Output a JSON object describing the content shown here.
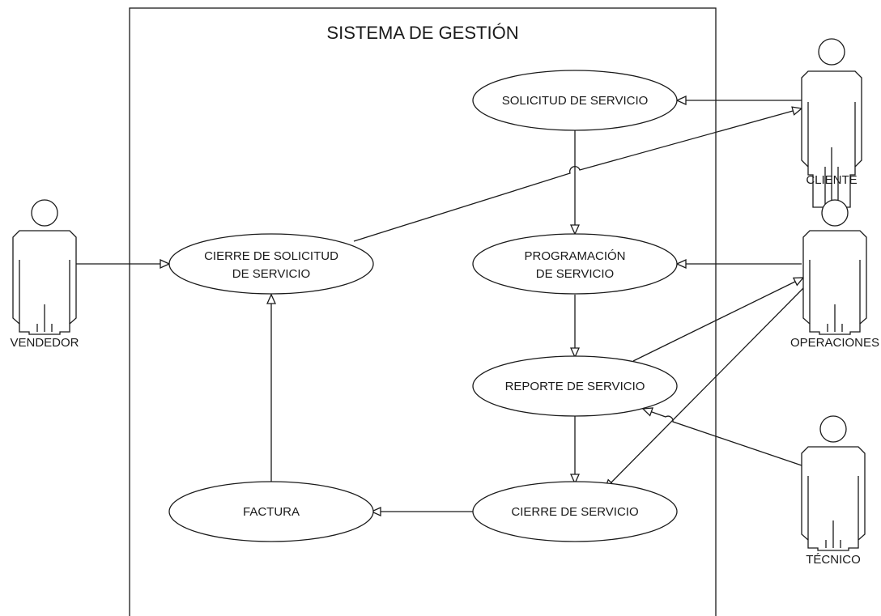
{
  "system": {
    "title": "SISTEMA DE GESTIÓN"
  },
  "use_cases": {
    "solicitud": "SOLICITUD DE SERVICIO",
    "programacion": [
      "PROGRAMACIÓN",
      "DE SERVICIO"
    ],
    "reporte": "REPORTE DE SERVICIO",
    "cierre_servicio": "CIERRE DE SERVICIO",
    "cierre_solicitud": [
      "CIERRE DE SOLICITUD",
      "DE SERVICIO"
    ],
    "factura": "FACTURA"
  },
  "actors": {
    "cliente": "CLIENTE",
    "operaciones": "OPERACIONES",
    "tecnico": "TÉCNICO",
    "vendedor": "VENDEDOR"
  }
}
